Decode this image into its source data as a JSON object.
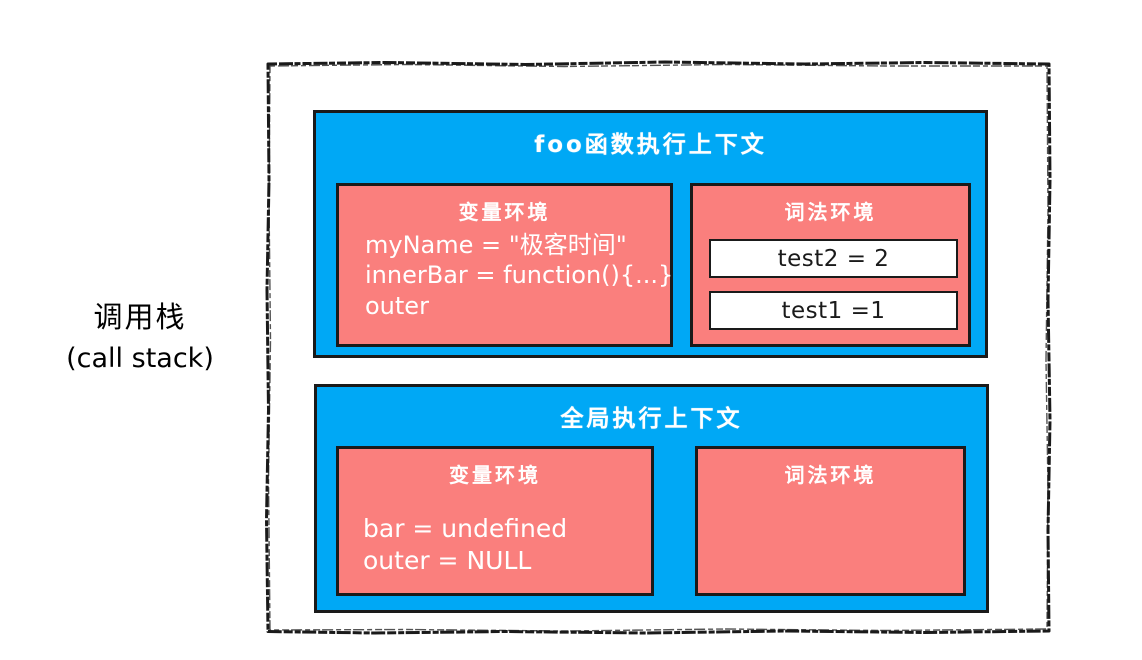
{
  "diagram": {
    "side_label": {
      "chinese": "调用栈",
      "english": "(call stack)"
    },
    "contexts": [
      {
        "id": "foo",
        "title": "foo函数执行上下文",
        "variable_environment": {
          "title": "变量环境",
          "lines": [
            "myName = \"极客时间\"",
            "innerBar = function(){...}",
            "outer"
          ]
        },
        "lexical_environment": {
          "title": "词法环境",
          "bindings": [
            "test2 = 2",
            "test1 =1"
          ]
        }
      },
      {
        "id": "global",
        "title": "全局执行上下文",
        "variable_environment": {
          "title": "变量环境",
          "lines": [
            "bar =  undefined",
            "outer = NULL"
          ]
        },
        "lexical_environment": {
          "title": "词法环境",
          "bindings": []
        }
      }
    ],
    "colors": {
      "context_fill": "#00a8f5",
      "environment_fill": "#fa7f7d",
      "binding_fill": "#ffffff",
      "stroke": "#1a1a1a",
      "text_on_fill": "#ffffff",
      "label_text": "#000000",
      "background": "#ffffff"
    }
  }
}
